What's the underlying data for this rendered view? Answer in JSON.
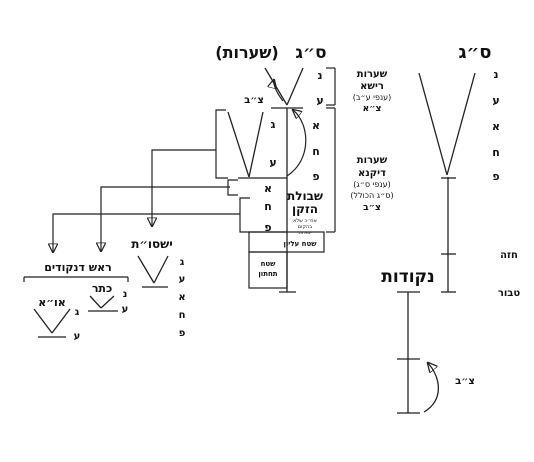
{
  "diagram": {
    "right_column": {
      "title": "ס״ג",
      "letters": [
        "נ",
        "ע",
        "א",
        "ח",
        "פ"
      ],
      "level_labels": [
        "חזה",
        "טבור"
      ]
    },
    "nekudot": {
      "title": "נקודות",
      "tsb_label": "צ״ב"
    },
    "main_column": {
      "title_sg": "ס״ג",
      "title_hairs": "(שערות)",
      "letters": [
        "נ",
        "ע",
        "ג",
        "ע",
        "א",
        "ח",
        "פ",
        "א",
        "ח",
        "פ"
      ],
      "tsb_label": "צ״ב",
      "shibolet": [
        "שבולת",
        "הזקן"
      ],
      "shibolet_note": [
        "אח״כ שלא",
        "בהקום",
        "יסודות"
      ],
      "upper_surface": "שטח עליון",
      "lower_surface": [
        "שטח",
        "תחתון"
      ]
    },
    "side_notes": {
      "rosh_hairs": [
        "שערות",
        "רישא",
        "(ענפי ע״ב)",
        "צ״א"
      ],
      "dikna_hairs": [
        "שערות",
        "דיקנא",
        "(ענפי ס״ג)",
        "(ס״ג הכולל)",
        "צ״ב"
      ]
    },
    "yishsut": {
      "title": "ישסו״ת",
      "letters": [
        "ג",
        "ע",
        "א",
        "ח",
        "פ"
      ]
    },
    "rosh_nekudim": {
      "title": "ראש דנקודים",
      "keter": "כתר",
      "keter_letters": [
        "נ",
        "ע"
      ],
      "ao": "או״א",
      "ao_letters": [
        "ג",
        "ע"
      ]
    }
  }
}
